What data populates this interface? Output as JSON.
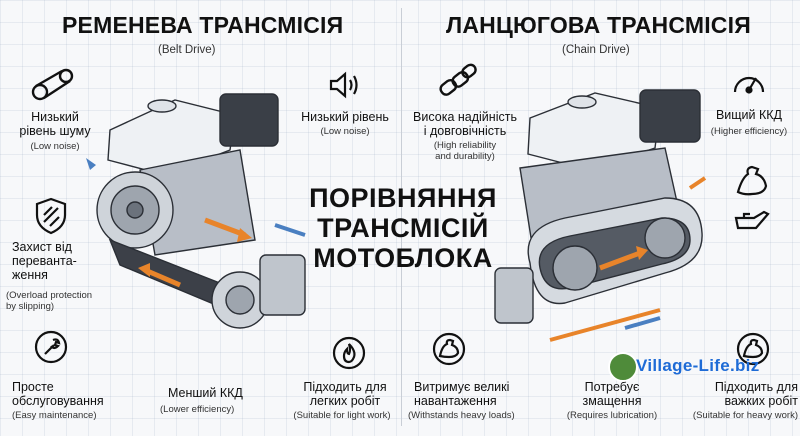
{
  "belt": {
    "title": "РЕМЕНЕВА ТРАНСМІСІЯ",
    "subtitle": "(Belt Drive)",
    "features": {
      "low_noise_left": {
        "ua": "Низький\nрівень шуму",
        "en": "(Low noise)"
      },
      "low_noise_right": {
        "ua": "Низький рівень",
        "en": "(Low noise)"
      },
      "overload": {
        "ua": "Захист від\nперевантa-\nження",
        "en": "(Overload protection\nby slipping)"
      },
      "maintenance": {
        "ua": "Просте\nобслуговування",
        "en": "(Easy maintenance)"
      },
      "efficiency": {
        "ua": "Менший ККД",
        "en": "(Lower efficiency)"
      },
      "light_work": {
        "ua": "Підходить для\nлегких робіт",
        "en": "(Suitable for light work)"
      }
    }
  },
  "chain": {
    "title": "ЛАНЦЮГОВА ТРАНСМІСІЯ",
    "subtitle": "(Chain Drive)",
    "features": {
      "reliability": {
        "ua": "Висока надійність\nі довговічність",
        "en": "(High reliability\nand durability)"
      },
      "efficiency": {
        "ua": "Вищий ККД",
        "en": "(Higher efficiency)"
      },
      "loads": {
        "ua": "Витримує великі\nнавантаження",
        "en": "(Withstands heavy loads)"
      },
      "lubrication": {
        "ua": "Потребує\nзмащення",
        "en": "(Requires lubrication)"
      },
      "heavy_work": {
        "ua": "Підходить для\nважких робіт",
        "en": "(Suitable for heavy work)"
      }
    }
  },
  "center_title": "ПОРІВНЯННЯ\nТРАНСМІСІЙ\nМОТОБЛОКА",
  "watermark": "Village-Life.biz",
  "colors": {
    "accent_orange": "#e8842a",
    "accent_blue": "#4a7fc1",
    "ink": "#111111"
  },
  "icons": [
    "belt-icon",
    "speaker-icon",
    "shield-icon",
    "wrench-icon",
    "flame-icon",
    "chain-icon",
    "gauge-icon",
    "muscle-arm-icon",
    "oil-can-icon"
  ]
}
